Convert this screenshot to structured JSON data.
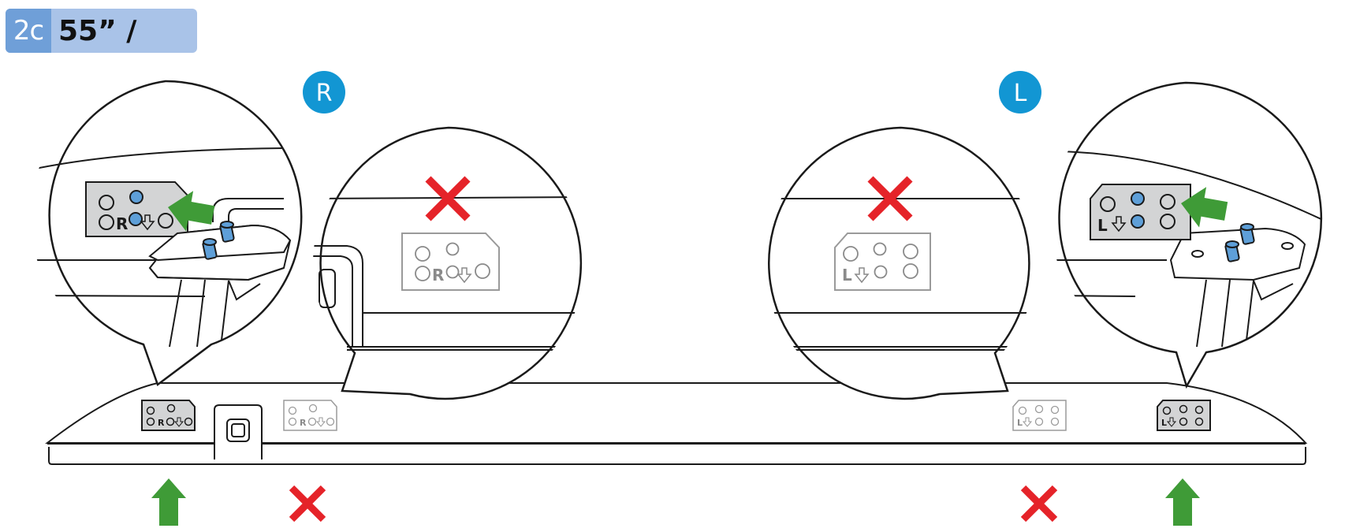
{
  "header": {
    "step_number": "2c",
    "title": "55” / 65”"
  },
  "markers": {
    "right": "R",
    "left": "L"
  },
  "plate_labels": {
    "right": "R",
    "left": "L"
  },
  "colors": {
    "header_bg": "#a9c3e8",
    "step_badge": "#6f9fd8",
    "marker_blue": "#1296d3",
    "correct_green": "#3f9b37",
    "wrong_red": "#e52329",
    "hole_blue": "#5e9fd8",
    "plate_grey": "#d3d4d5",
    "line_black": "#1a1a1a"
  },
  "icons": [
    "check-arrow-up-icon",
    "cross-icon",
    "arrow-down-icon",
    "screw-icon",
    "push-arrow-icon"
  ]
}
